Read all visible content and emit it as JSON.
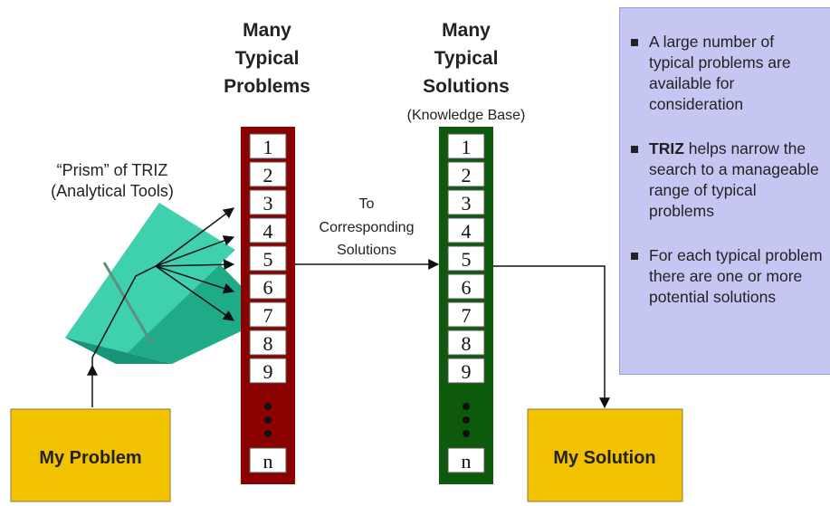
{
  "problems": {
    "heading": [
      "Many",
      "Typical",
      "Problems"
    ],
    "items": [
      "1",
      "2",
      "3",
      "4",
      "5",
      "6",
      "7",
      "8",
      "9",
      "n"
    ]
  },
  "solutions": {
    "heading": [
      "Many",
      "Typical",
      "Solutions"
    ],
    "subheading": "(Knowledge Base)",
    "items": [
      "1",
      "2",
      "3",
      "4",
      "5",
      "6",
      "7",
      "8",
      "9",
      "n"
    ]
  },
  "prism": {
    "label_line1": "“Prism” of TRIZ",
    "label_line2": "(Analytical Tools)"
  },
  "arrow_label": [
    "To",
    "Corresponding",
    "Solutions"
  ],
  "my_problem": "My Problem",
  "my_solution": "My Solution",
  "info": {
    "bullet1": "A large number of typical problems are available for consideration",
    "bullet2_strong": "TRIZ",
    "bullet2_rest": " helps narrow the search to a manageable range of typical problems",
    "bullet3": "For each typical problem there are one or more potential solutions"
  },
  "colors": {
    "problems_column": "#8b0000",
    "solutions_column": "#0d5a0d",
    "prism": "#3cc9a8",
    "box": "#f2c200",
    "info_panel": "#c6c6f2"
  }
}
